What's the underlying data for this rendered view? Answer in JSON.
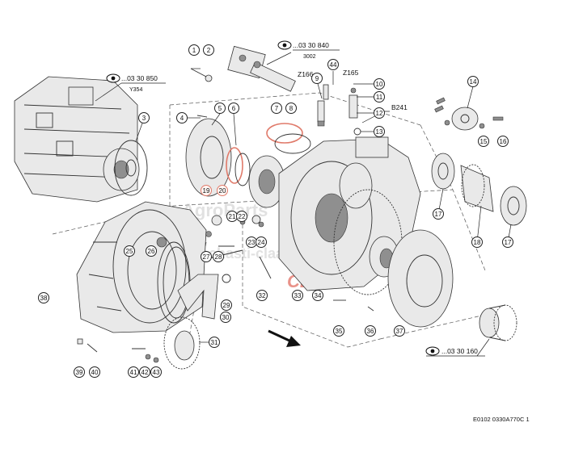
{
  "references": [
    {
      "id": "ref-850",
      "code": "...03 30 850",
      "sub": "Y354"
    },
    {
      "id": "ref-840",
      "code": "...03 30 840",
      "sub": "3002"
    },
    {
      "id": "ref-160",
      "code": "...03 30 160",
      "sub": ""
    }
  ],
  "labels": {
    "z166": "Z166",
    "z165": "Z165",
    "b241": "B241",
    "figure_code": "E0102 0330A770C 1"
  },
  "watermark": {
    "line1": "AgroParts",
    "line2": "zapchasti-claas.ru",
    "brand": "CLAAS"
  },
  "callouts": [
    "1",
    "2",
    "3",
    "4",
    "5",
    "6",
    "7",
    "8",
    "9",
    "10",
    "11",
    "12",
    "13",
    "14",
    "15",
    "16",
    "17",
    "18",
    "19",
    "20",
    "21",
    "22",
    "23",
    "24",
    "25",
    "26",
    "27",
    "28",
    "29",
    "30",
    "31",
    "32",
    "33",
    "34",
    "35",
    "36",
    "37",
    "38",
    "39",
    "40",
    "41",
    "42",
    "43",
    "44"
  ],
  "colors": {
    "accent": "#e07a6a",
    "brand": "#d83a2a"
  }
}
